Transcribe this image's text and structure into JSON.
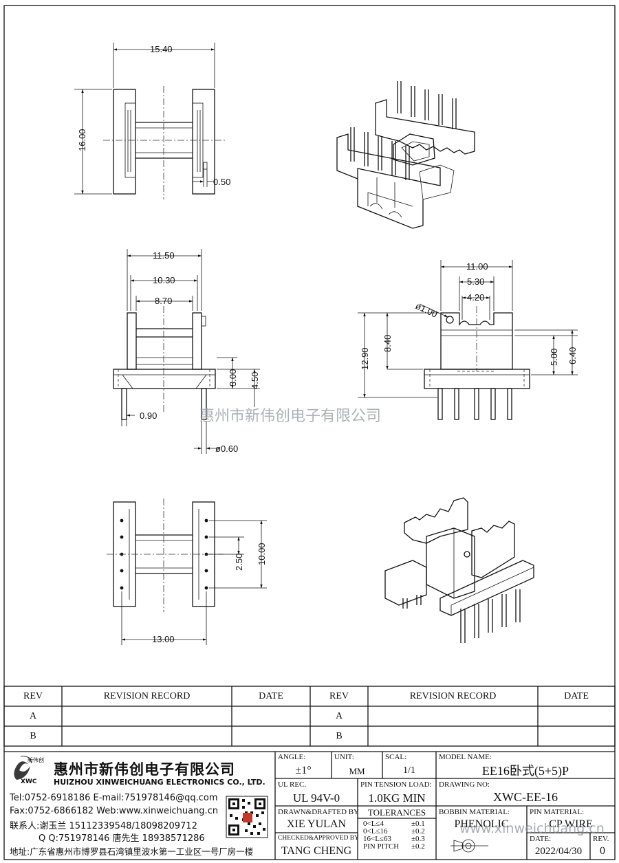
{
  "drawing": {
    "dimensions": {
      "top_width": "15.40",
      "top_height": "16.00",
      "top_gap": "0.50",
      "front_w1": "11.50",
      "front_w2": "10.30",
      "front_w3": "8.70",
      "front_h1": "3.00",
      "front_h2": "4.50",
      "pin_offset": "0.90",
      "pin_dia": "ø0.60",
      "side_w1": "11.00",
      "side_w2": "5.30",
      "side_w3": "4.20",
      "side_hole": "ø1.00",
      "side_h1": "12.90",
      "side_h2": "8.40",
      "side_h3": "5.00",
      "side_h4": "6.40",
      "bottom_pitch": "2.50",
      "bottom_span": "10.00",
      "bottom_width": "13.00"
    },
    "watermark": "惠州市新伟创电子有限公司"
  },
  "revision_table": {
    "headers": [
      "REV",
      "REVISION RECORD",
      "DATE",
      "REV",
      "REVISION RECORD",
      "DATE"
    ],
    "rows": [
      [
        "A",
        "",
        "",
        "A",
        "",
        ""
      ],
      [
        "B",
        "",
        "",
        "B",
        "",
        ""
      ]
    ]
  },
  "company": {
    "logo_text": "XWC",
    "logo_cn": "新伟创",
    "name_cn": "惠州市新伟创电子有限公司",
    "name_en": "HUIZHOU XINWEICHUANG ELECTRONICS CO., LTD.",
    "tel": "Tel:0752-6918186 E-mail:751978146@qq.com",
    "fax": "Fax:0752-6866182 Web:www.xinweichuang.cn",
    "contact": "联系人:谢玉兰 15112339548/18098209712",
    "qq": "Q Q:751978146    唐先生 18938571286",
    "address": "地址:广东省惠州市博罗县石湾镇里波水第一工业区一号厂房一楼"
  },
  "title_block": {
    "angle_label": "ANGLE:",
    "angle_value": "±1°",
    "unit_label": "UNIT:",
    "unit_value": "MM",
    "scale_label": "SCAL:",
    "scale_value": "1/1",
    "model_label": "MODEL NAME:",
    "model_value": "EE16卧式(5+5)P",
    "ul_label": "UL REC.",
    "ul_value": "UL 94V-0",
    "tension_label": "PIN TENSION LOAD:",
    "tension_value": "1.0KG MIN",
    "drawing_no_label": "DRAWING NO:",
    "drawing_no_value": "XWC-EE-16",
    "drawn_label": "DRAWN&DRAFTED BY",
    "drawn_value": "XIE YULAN",
    "tolerances_label": "TOLERANCES",
    "tol_rows": [
      {
        "range": "0<L≤4",
        "value": "±0.1"
      },
      {
        "range": "0<L≤16",
        "value": "±0.2"
      },
      {
        "range": "16<L≤63",
        "value": "±0.3"
      },
      {
        "range": "PIN PITCH",
        "value": "±0.2"
      }
    ],
    "bobbin_label": "BOBBIN MATERIAL:",
    "bobbin_value": "PHENOLIC",
    "pin_mat_label": "PIN MATERIAL:",
    "pin_mat_value": "CP WIRE",
    "checked_label": "CHECKED&APPROVED BY",
    "checked_value": "TANG CHENG",
    "date_label": "DATE:",
    "date_value": "2022/04/30",
    "rev_label": "REV.",
    "rev_value": "0",
    "watermark_url": "www.xinweichuang.cn"
  }
}
